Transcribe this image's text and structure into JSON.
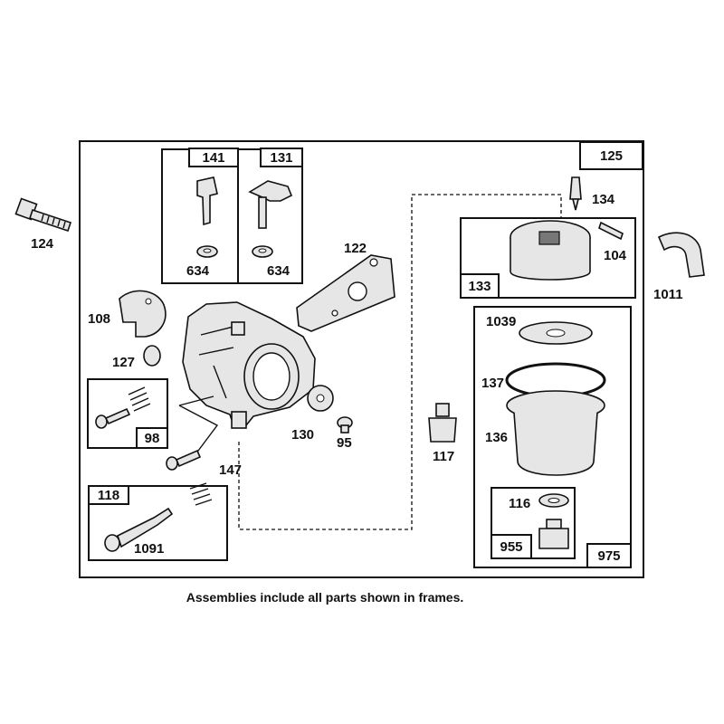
{
  "diagram": {
    "caption": "Assemblies include all parts shown in frames.",
    "labels": {
      "p124": "124",
      "p141": "141",
      "p131": "131",
      "p125": "125",
      "p634a": "634",
      "p634b": "634",
      "p122": "122",
      "p134": "134",
      "p104": "104",
      "p133": "133",
      "p1011": "1011",
      "p108": "108",
      "p127": "127",
      "p1039": "1039",
      "p137": "137",
      "p98": "98",
      "p130": "130",
      "p95": "95",
      "p147": "147",
      "p117": "117",
      "p136": "136",
      "p118": "118",
      "p1091": "1091",
      "p116": "116",
      "p955": "955",
      "p975": "975"
    }
  }
}
